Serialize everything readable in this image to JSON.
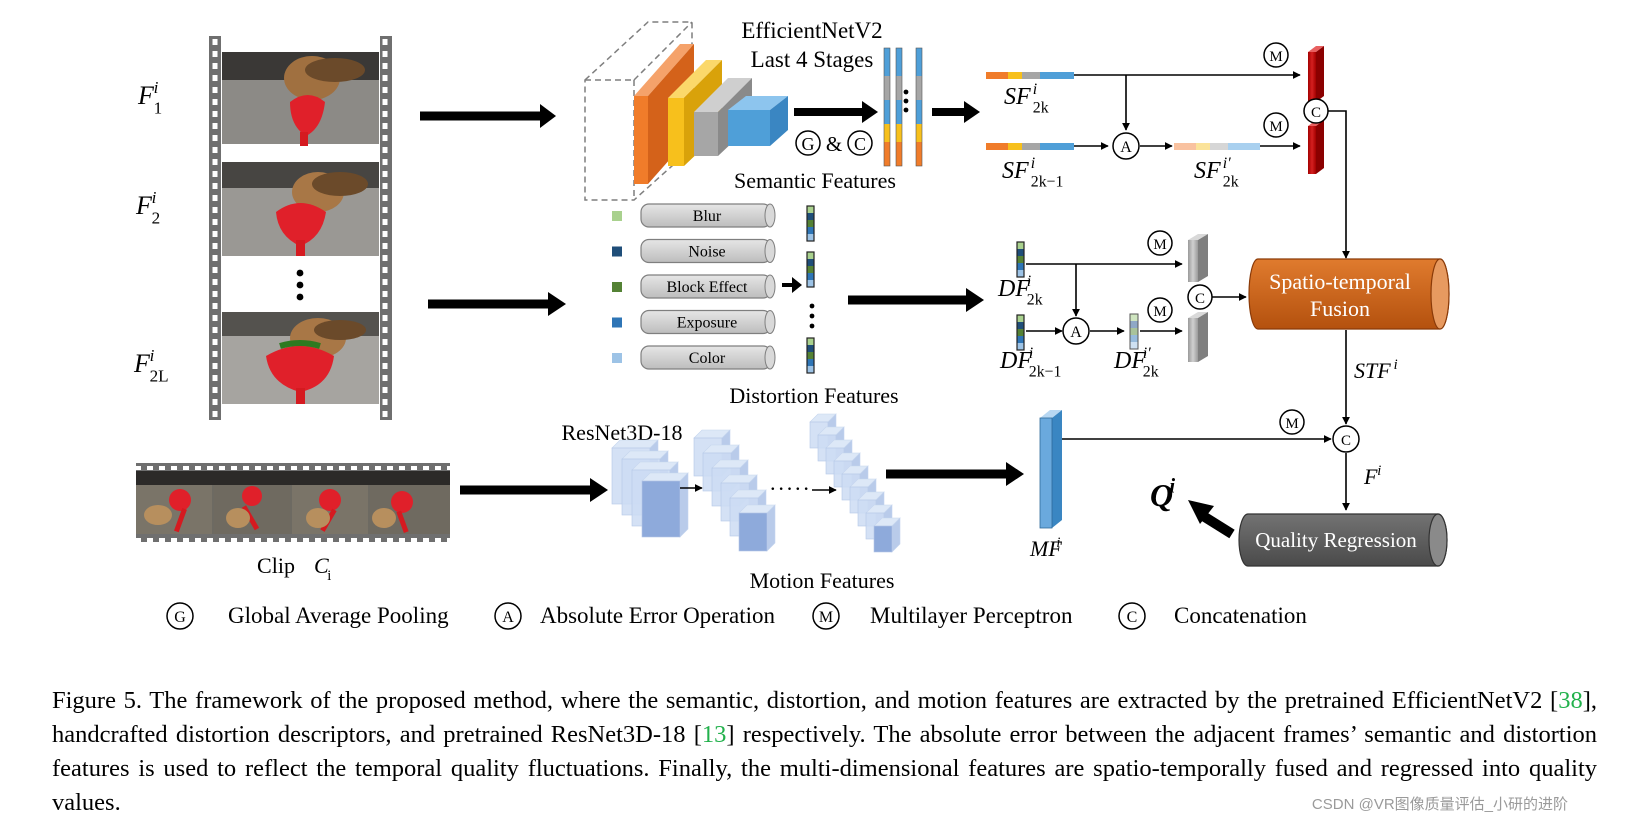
{
  "frames": {
    "f1": {
      "base": "F",
      "sub": "1",
      "sup": "i"
    },
    "f2": {
      "base": "F",
      "sub": "2",
      "sup": "i"
    },
    "f2l": {
      "base": "F",
      "sub": "2L",
      "sup": "i"
    },
    "ellipsis": "⋮"
  },
  "semantic": {
    "title_line1": "EfficientNetV2",
    "title_line2": "Last 4 Stages",
    "g_op": "G",
    "amp": "&",
    "c_op": "C",
    "label": "Semantic Features",
    "sf_2k": {
      "base": "SF",
      "sub": "2k",
      "sup": "i"
    },
    "sf_2k_1": {
      "base": "SF",
      "sub": "2k−1",
      "sup": "i"
    },
    "sf_2k_prime": {
      "base": "SF",
      "sub": "2k",
      "sup": "i′"
    }
  },
  "distortion": {
    "items": [
      "Blur",
      "Noise",
      "Block Effect",
      "Exposure",
      "Color"
    ],
    "label": "Distortion Features",
    "df_2k": {
      "base": "DF",
      "sub": "2k",
      "sup": "i"
    },
    "df_2k_1": {
      "base": "DF",
      "sub": "2k−1",
      "sup": "i"
    },
    "df_2k_prime": {
      "base": "DF",
      "sub": "2k",
      "sup": "i′"
    }
  },
  "motion": {
    "network": "ResNet3D-18",
    "clip_label": "Clip",
    "clip_var": {
      "base": "C",
      "sub": "i"
    },
    "dots": "·····",
    "label": "Motion Features",
    "mf": {
      "base": "MF",
      "sup": "i"
    }
  },
  "fusion": {
    "line1": "Spatio-temporal",
    "line2": "Fusion",
    "stf": {
      "base": "STF",
      "sup": "i"
    },
    "f": {
      "base": "F",
      "sup": "i"
    },
    "regression": "Quality Regression",
    "q": {
      "base": "Q",
      "sup": "i"
    }
  },
  "ops": {
    "m": "M",
    "a": "A",
    "c": "C",
    "g": "G"
  },
  "legend": [
    {
      "symbol": "G",
      "text": "Global Average Pooling"
    },
    {
      "symbol": "A",
      "text": "Absolute Error Operation"
    },
    {
      "symbol": "M",
      "text": "Multilayer Perceptron"
    },
    {
      "symbol": "C",
      "text": "Concatenation"
    }
  ],
  "caption": {
    "part1": "Figure 5.  The framework of the proposed method, where the semantic, distortion, and motion features are extracted by the pretrained EfficientNetV2 [",
    "ref1": "38",
    "part2": "], handcrafted distortion descriptors, and pretrained ResNet3D-18 [",
    "ref2": "13",
    "part3": "] respectively.  The absolute error between the adjacent frames’ semantic and distortion features is used to reflect the temporal quality fluctuations. Finally, the multi-dimensional features are spatio-temporally fused and regressed into quality values."
  },
  "watermark": "CSDN @VR图像质量评估_小研的进阶",
  "colors": {
    "orange_block": "#f07c2a",
    "yellow_block": "#f7c01c",
    "gray_block": "#a6a6a6",
    "blue_block": "#4f9fd8",
    "fusion_fill": "#c55a11",
    "regression_fill": "#595959",
    "mlp_red": "#c00000",
    "citation": "#22b14c"
  }
}
